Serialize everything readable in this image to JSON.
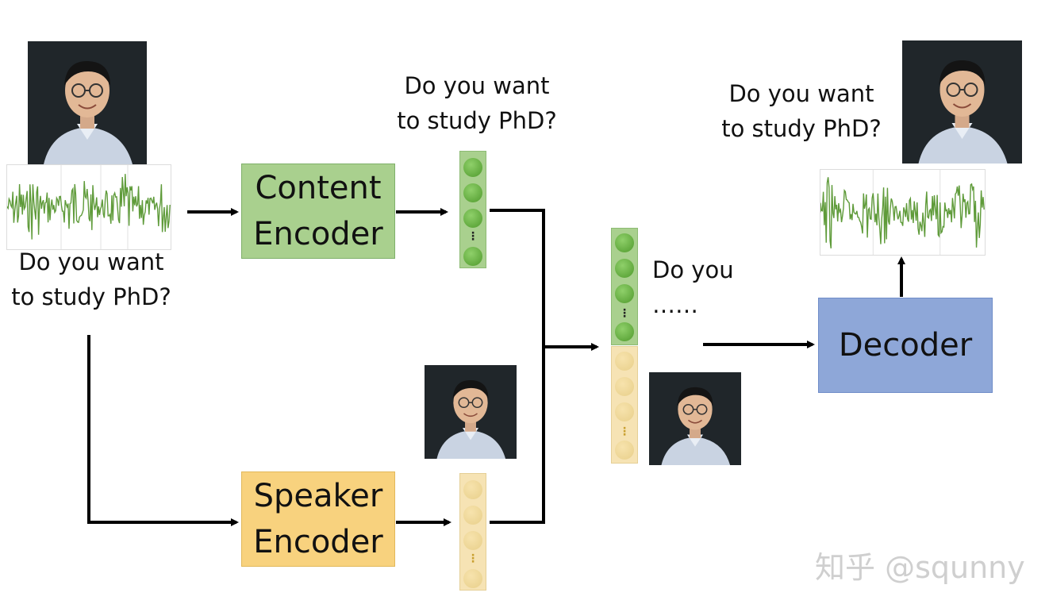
{
  "input_caption": [
    "Do you want",
    "to study PhD?"
  ],
  "content_output_caption": [
    "Do you want",
    "to study PhD?"
  ],
  "output_caption": [
    "Do you want",
    "to study PhD?"
  ],
  "content_encoder_label": [
    "Content",
    "Encoder"
  ],
  "speaker_encoder_label": [
    "Speaker",
    "Encoder"
  ],
  "decoder_label": "Decoder",
  "combined_caption": [
    "Do you",
    "……"
  ],
  "watermark": "知乎 @squnny",
  "icons": {
    "speaker_photo": "speaker-photo-icon",
    "waveform": "audio-waveform-icon",
    "arrow": "arrow-icon"
  },
  "colors": {
    "content_encoder": "#a9d08e",
    "speaker_encoder": "#f8d27e",
    "decoder": "#8ea7d8",
    "content_vector": "#5fa83a",
    "speaker_vector": "#f6e3b4",
    "waveform": "#5f9b3a",
    "arrow": "#000000"
  }
}
